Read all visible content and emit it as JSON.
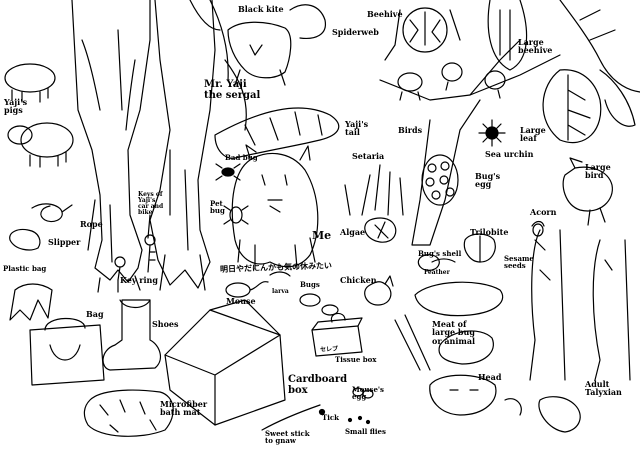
{
  "labels": {
    "black_kite": "Black kite",
    "spiderweb": "Spiderweb",
    "beehive": "Beehive",
    "large_beehive": "Large beehive",
    "yajis_pigs": "Yaji's pigs",
    "mr_yaji": "Mr. Yaji the sergal",
    "yajis_tail": "Yaji's tail",
    "birds": "Birds",
    "large_leaf": "Large leaf",
    "sea_urchin": "Sea urchin",
    "large_bird": "Large bird",
    "bad_bug": "Bad bug",
    "setaria": "Setaria",
    "bugs_egg": "Bug's egg",
    "keys": "Keys of Yaji's car and bike",
    "pet_bug": "Pet bug",
    "rope": "Rope",
    "me": "Me",
    "algae": "Algae",
    "trilobite": "Trilobite",
    "acorn": "Acorn",
    "slipper": "Slipper",
    "bugs_shell": "Bug's shell",
    "sesame_seeds": "Sesame seeds",
    "feather": "Feather",
    "plastic_bag": "Plastic bag",
    "key_ring": "Key ring",
    "bugs": "Bugs",
    "chicken": "Chicken",
    "mouse": "Mouse",
    "larva": "larva",
    "bag": "Bag",
    "shoes": "Shoes",
    "meat": "Meat of large bug or animal",
    "tissue_box": "Tissue box",
    "head": "Head",
    "cardboard_box": "Cardboard box",
    "adult_talyxian": "Adult Talyxian",
    "mouses_egg": "Mouse's egg",
    "tick": "Tick",
    "microfiber": "Microfiber bath mat",
    "sweet_stick": "Sweet stick to gnaw",
    "small_flies": "Small flies"
  },
  "handwriting": {
    "banner": "明日やだにんかも気の休みたい",
    "tissue": "セレブ"
  },
  "colors": {
    "ink": "#000000",
    "paper": "#ffffff"
  }
}
